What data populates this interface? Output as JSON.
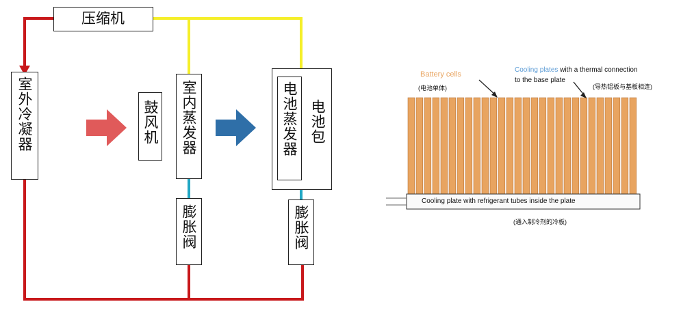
{
  "left_diagram": {
    "compressor": "压缩机",
    "condenser": "室外冷凝器",
    "blower": "鼓风机",
    "indoor_evaporator": "室内蒸发器",
    "battery_evaporator": "电池蒸发器",
    "battery_pack": "电池包",
    "expansion_valve_1": "膨胀阀",
    "expansion_valve_2": "膨胀阀",
    "colors": {
      "high_pressure_line": "#c8181b",
      "suction_line": "#f5ef2a",
      "liquid_line": "#22a7c4",
      "airflow_arrow_1": "#e05a5a",
      "airflow_arrow_2": "#2f6fa8"
    }
  },
  "right_diagram": {
    "battery_cells_en": "Battery cells",
    "battery_cells_cn": "(电池单体)",
    "cooling_plates_en_colored": "Cooling plates",
    "cooling_plates_en_rest_line1": " with a thermal connection",
    "cooling_plates_en_rest_line2": "to the base plate",
    "cooling_plates_cn": "(导热铝板与基板相连)",
    "base_plate_label": "Cooling plate with refrigerant tubes inside the plate",
    "base_plate_cn": "(通入制冷剂的冷板)",
    "colors": {
      "cell": "#e8a460",
      "cell_edge": "#b8753a",
      "label_orange": "#e8a460",
      "label_blue": "#5b9bd5"
    }
  }
}
